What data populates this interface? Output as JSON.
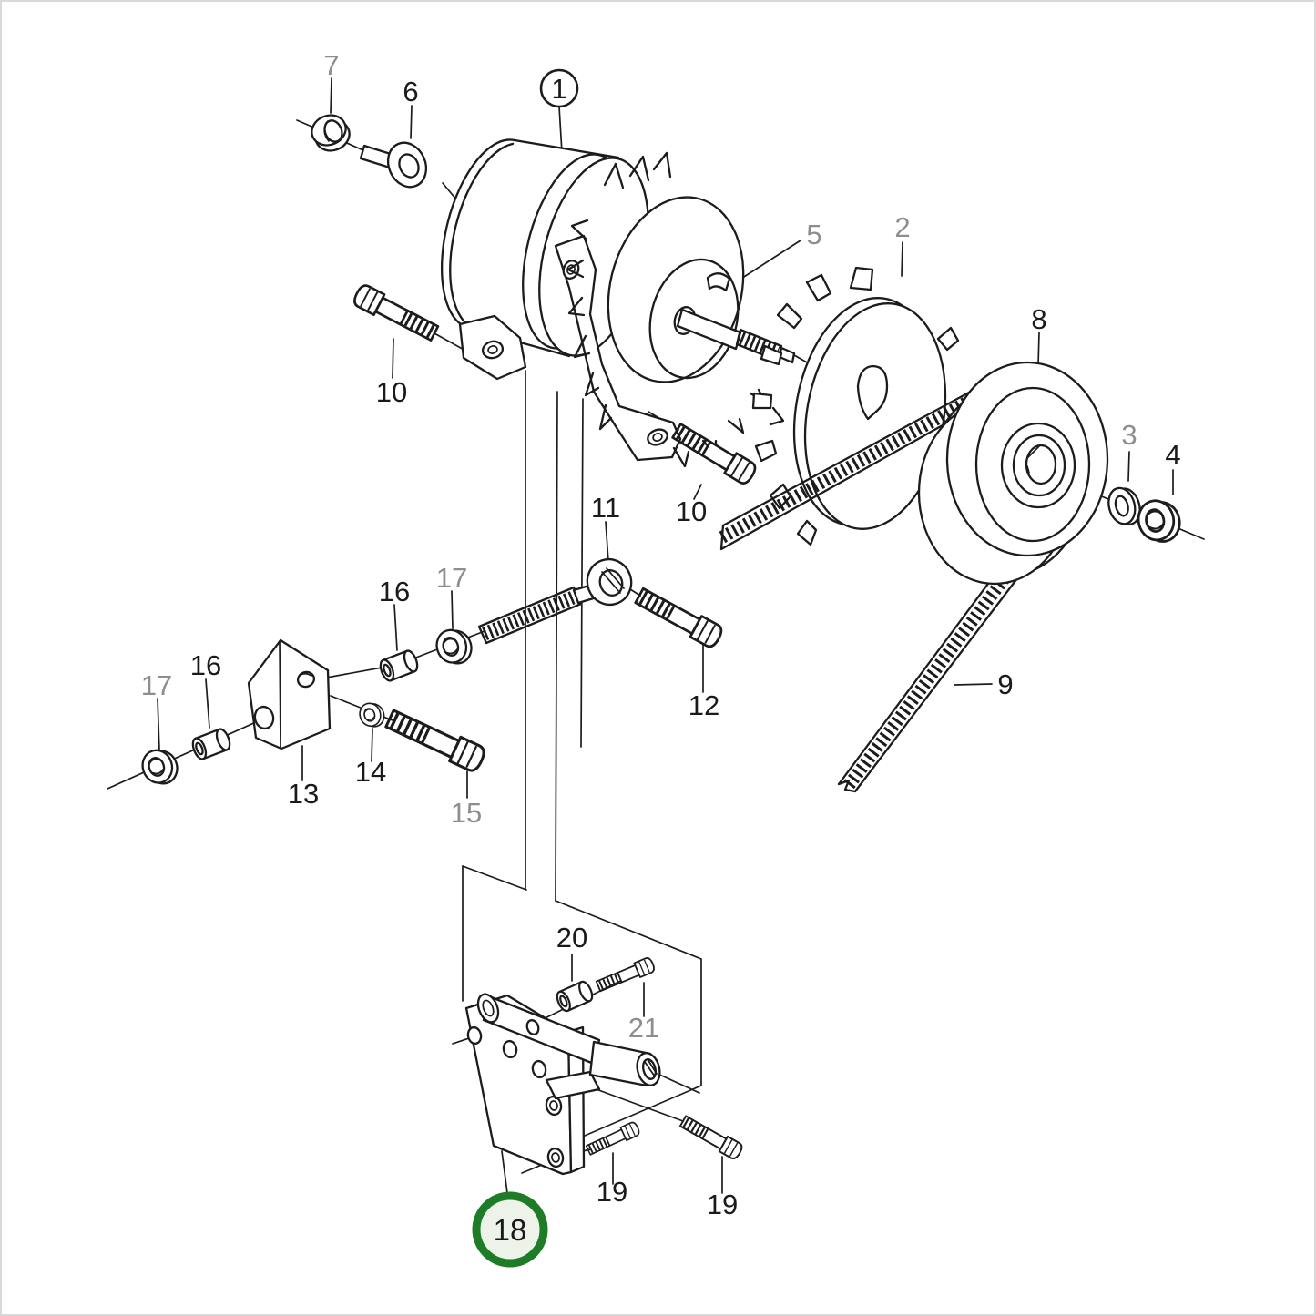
{
  "page": {
    "background": "#ffffff",
    "frame_color": "#d9d9d9"
  },
  "diagram": {
    "kind": "exploded-parts-diagram",
    "line_color": "#1c1c1c",
    "label_color": "#1a1a1a",
    "muted_label_color": "#8e8e8e",
    "highlight": {
      "label": "18",
      "ring_color": "#1e7b26",
      "fill_color": "#edf3e8"
    },
    "callouts": {
      "c1": "1",
      "c2": "2",
      "c3": "3",
      "c4": "4",
      "c5": "5",
      "c6": "6",
      "c7": "7",
      "c8": "8",
      "c9": "9",
      "c10a": "10",
      "c10b": "10",
      "c11": "11",
      "c12": "12",
      "c13": "13",
      "c14": "14",
      "c15": "15",
      "c16a": "16",
      "c16b": "16",
      "c17a": "17",
      "c17b": "17",
      "c18": "18",
      "c19a": "19",
      "c19b": "19",
      "c20": "20",
      "c21": "21"
    }
  }
}
